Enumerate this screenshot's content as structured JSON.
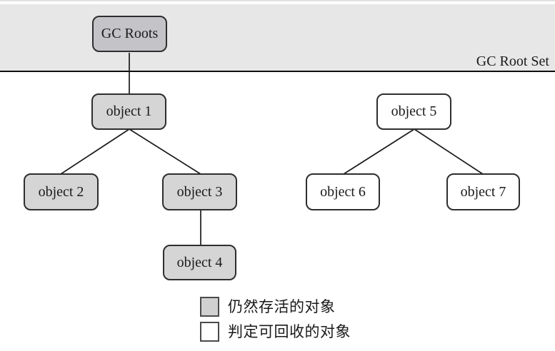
{
  "figure": {
    "title_semantic": "GC Roots reachability diagram",
    "root_band_label": "GC Root Set"
  },
  "nodes": {
    "gc_roots": "GC Roots",
    "object1": "object 1",
    "object2": "object 2",
    "object3": "object 3",
    "object4": "object 4",
    "object5": "object 5",
    "object6": "object 6",
    "object7": "object 7"
  },
  "edges": [
    [
      "GC Roots",
      "object 1"
    ],
    [
      "object 1",
      "object 2"
    ],
    [
      "object 1",
      "object 3"
    ],
    [
      "object 3",
      "object 4"
    ],
    [
      "object 5",
      "object 6"
    ],
    [
      "object 5",
      "object 7"
    ]
  ],
  "legend": {
    "alive": "仍然存活的对象",
    "collectable": "判定可回收的对象"
  },
  "colors": {
    "band_bg": "#e7e7e7",
    "band_separator": "#0d0d0d",
    "root_node_fill": "#c4c4c8",
    "alive_node_fill": "#d5d5d5",
    "collectable_node_fill": "#ffffff",
    "node_border": "#2e2e2e",
    "edge_line": "#1a1a1a"
  }
}
